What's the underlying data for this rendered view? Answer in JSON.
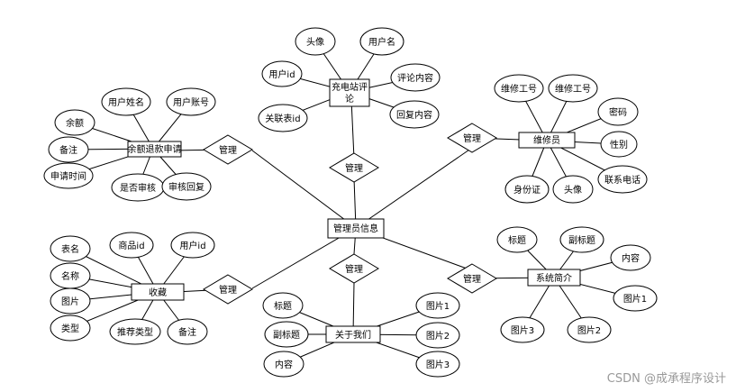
{
  "entities": {
    "admin": "管理员信息",
    "refund": "余额退款申请",
    "station_review": "充电站评论",
    "repairman": "维修员",
    "collect": "收藏",
    "about": "关于我们",
    "intro": "系统简介"
  },
  "relations": {
    "refund": "管理",
    "station": "管理",
    "repair": "管理",
    "collect": "管理",
    "about": "管理",
    "intro": "管理"
  },
  "refund_attrs": [
    "用户姓名",
    "用户账号",
    "余额",
    "备注",
    "申请时间",
    "是否审核",
    "审核回复"
  ],
  "station_attrs": [
    "头像",
    "用户名",
    "用户id",
    "评论内容",
    "关联表id",
    "回复内容"
  ],
  "repair_attrs": [
    "维修工号",
    "维修工号",
    "密码",
    "性别",
    "联系电话",
    "头像",
    "身份证"
  ],
  "collect_attrs": [
    "表名",
    "商品id",
    "用户id",
    "名称",
    "图片",
    "类型",
    "推荐类型",
    "备注"
  ],
  "about_attrs": [
    "标题",
    "副标题",
    "内容",
    "图片1",
    "图片2",
    "图片3"
  ],
  "intro_attrs": [
    "标题",
    "副标题",
    "内容",
    "图片1",
    "图片2",
    "图片3"
  ],
  "watermark": "CSDN @成承程序设计"
}
